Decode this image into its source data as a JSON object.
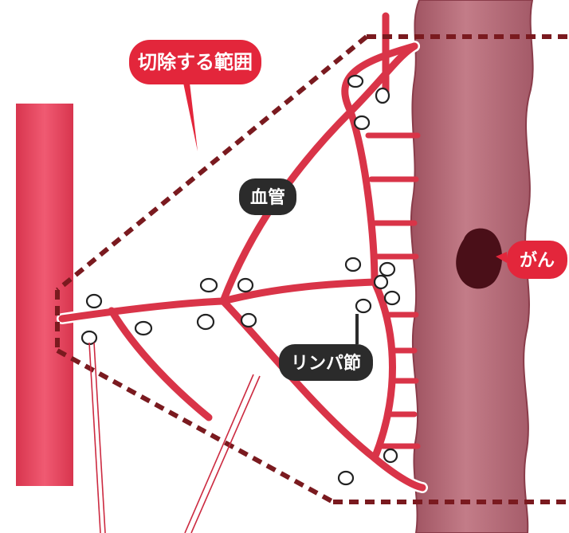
{
  "labels": {
    "resection_range": "切除する範囲",
    "blood_vessel": "血管",
    "lymph_node": "リンパ節",
    "cancer": "がん"
  },
  "colors": {
    "aorta": "#e8455f",
    "vessel": "#d93448",
    "colon": "#b56a78",
    "tumor": "#4a0f18",
    "dashed_boundary": "#7a1a1f",
    "callout_red": "#e3263b",
    "callout_dark": "#2b2b2b",
    "lymph_node_fill": "#ffffff"
  },
  "icons": {
    "lymph_node": "lymph-node-circle",
    "tumor": "tumor-blob"
  }
}
